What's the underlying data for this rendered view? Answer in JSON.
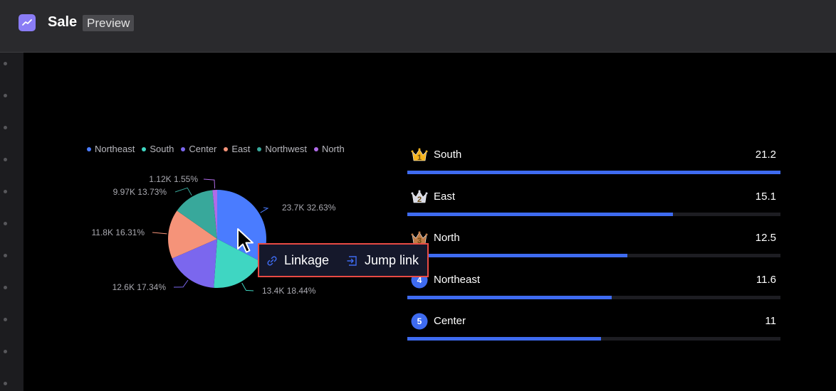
{
  "header": {
    "title": "Sale",
    "badge": "Preview"
  },
  "legend": [
    {
      "name": "Northeast",
      "color": "#4a7cff"
    },
    {
      "name": "South",
      "color": "#3fd6c2"
    },
    {
      "name": "Center",
      "color": "#7b67ee"
    },
    {
      "name": "East",
      "color": "#f59379"
    },
    {
      "name": "Northwest",
      "color": "#38a89b"
    },
    {
      "name": "North",
      "color": "#b06be8"
    }
  ],
  "chart_data": {
    "type": "pie",
    "slices": [
      {
        "name": "Northeast",
        "value": 23.7,
        "label": "23.7K 32.63%",
        "color": "#4a7cff"
      },
      {
        "name": "South",
        "value": 13.4,
        "label": "13.4K 18.44%",
        "color": "#3fd6c2"
      },
      {
        "name": "Center",
        "value": 12.6,
        "label": "12.6K 17.34%",
        "color": "#7b67ee"
      },
      {
        "name": "East",
        "value": 11.8,
        "label": "11.8K 16.31%",
        "color": "#f59379"
      },
      {
        "name": "Northwest",
        "value": 9.97,
        "label": "9.97K 13.73%",
        "color": "#38a89b"
      },
      {
        "name": "North",
        "value": 1.12,
        "label": "1.12K 1.55%",
        "color": "#b06be8"
      }
    ],
    "legend_position": "top"
  },
  "ranking": {
    "items": [
      {
        "rank": "1",
        "name": "South",
        "value": "21.2",
        "fraction": 1.0,
        "badge": "gold-crown"
      },
      {
        "rank": "2",
        "name": "East",
        "value": "15.1",
        "fraction": 0.712,
        "badge": "silver-crown"
      },
      {
        "rank": "3",
        "name": "North",
        "value": "12.5",
        "fraction": 0.59,
        "badge": "bronze-crown"
      },
      {
        "rank": "4",
        "name": "Northeast",
        "value": "11.6",
        "fraction": 0.547,
        "badge": "circle"
      },
      {
        "rank": "5",
        "name": "Center",
        "value": "11",
        "fraction": 0.519,
        "badge": "circle"
      }
    ],
    "bar_color": "#3e6bf0"
  },
  "context_menu": {
    "linkage_label": "Linkage",
    "jump_label": "Jump link"
  },
  "colors": {
    "accent": "#3e6bf0",
    "highlight_border": "#e84a44"
  }
}
